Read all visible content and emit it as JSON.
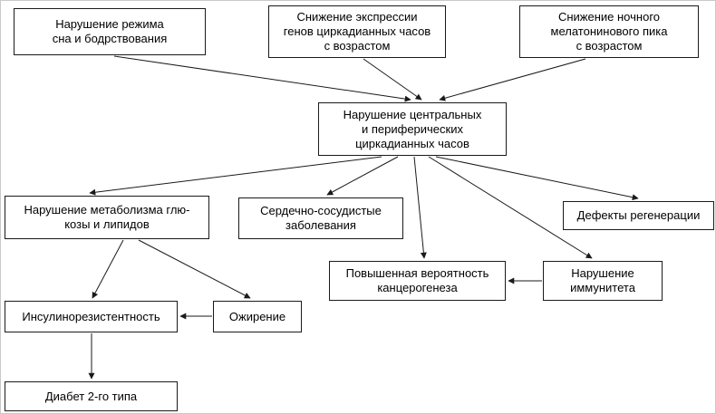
{
  "diagram": {
    "title": "Circadian clock disruption flowchart (Russian)",
    "nodes": {
      "sleep_wake": "Нарушение режима\nсна и бодрствования",
      "gene_expression": "Снижение экспрессии\nгенов циркадианных часов\nс возрастом",
      "melatonin_peak": "Снижение ночного\nмелатонинового пика\nс возрастом",
      "central_clocks": "Нарушение центральных\nи периферических\nциркадианных часов",
      "glucose_metabolism": "Нарушение метаболизма глю-\nкозы и липидов",
      "cardiovascular": "Сердечно-сосудистые\nзаболевания",
      "regeneration": "Дефекты регенерации",
      "carcinogenesis": "Повышенная вероятность\nканцерогенеза",
      "immunity": "Нарушение\nиммунитета",
      "insulin_resistance": "Инсулинорезистентность",
      "obesity": "Ожирение",
      "diabetes": "Диабет 2-го типа"
    },
    "edges": [
      {
        "from": "sleep_wake",
        "to": "central_clocks"
      },
      {
        "from": "gene_expression",
        "to": "central_clocks"
      },
      {
        "from": "melatonin_peak",
        "to": "central_clocks"
      },
      {
        "from": "central_clocks",
        "to": "glucose_metabolism"
      },
      {
        "from": "central_clocks",
        "to": "cardiovascular"
      },
      {
        "from": "central_clocks",
        "to": "regeneration"
      },
      {
        "from": "central_clocks",
        "to": "carcinogenesis"
      },
      {
        "from": "central_clocks",
        "to": "immunity"
      },
      {
        "from": "glucose_metabolism",
        "to": "insulin_resistance"
      },
      {
        "from": "glucose_metabolism",
        "to": "obesity"
      },
      {
        "from": "obesity",
        "to": "insulin_resistance"
      },
      {
        "from": "insulin_resistance",
        "to": "diabetes"
      },
      {
        "from": "immunity",
        "to": "carcinogenesis"
      }
    ],
    "colors": {
      "box_border": "#1a1a1a",
      "box_bg": "#ffffff",
      "arrow": "#1a1a1a",
      "background": "#ffffff"
    }
  }
}
